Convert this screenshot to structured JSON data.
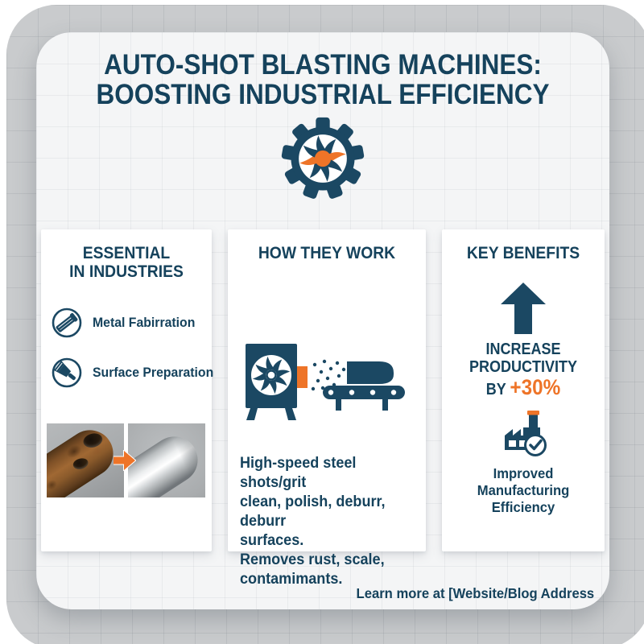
{
  "page": {
    "title_line1": "AUTO-SHOT BLASTING MACHINES:",
    "title_line2": "BOOSTING INDUSTRIAL EFFICIENCY",
    "footer_text": "Learn more at [Website/Blog Address"
  },
  "industries_card": {
    "heading_line1": "ESSENTIAL",
    "heading_line2": "IN INDUSTRIES",
    "items": [
      {
        "icon": "steel-bar-icon",
        "label": "Metal Fabirration"
      },
      {
        "icon": "brush-icon",
        "label": "Surface Preparation"
      }
    ],
    "before_image": "rusty-pipe-photo",
    "after_image": "polished-pipe-photo"
  },
  "how_card": {
    "heading": "HOW THEY WORK",
    "lines": [
      "High-speed steel shots/grit",
      "clean, polish, deburr, deburr",
      "surfaces.",
      "Removes rust, scale,",
      "contamimants."
    ]
  },
  "benefits_card": {
    "heading": "KEY BENEFITS",
    "stat_line1": "INCREASE",
    "stat_line2": "PRODUCTIVITY",
    "stat_prefix": "BY ",
    "stat_value": "+30%",
    "benefit2_line1": "Improved",
    "benefit2_line2": "Manufacturing",
    "benefit2_line3": "Efficiency"
  },
  "colors": {
    "navy": "#1b4863",
    "navy_text": "#15425c",
    "orange": "#ee7428",
    "gray_background": "#c9cbcd",
    "sheet_background": "#f4f5f6",
    "card_background": "#ffffff"
  }
}
